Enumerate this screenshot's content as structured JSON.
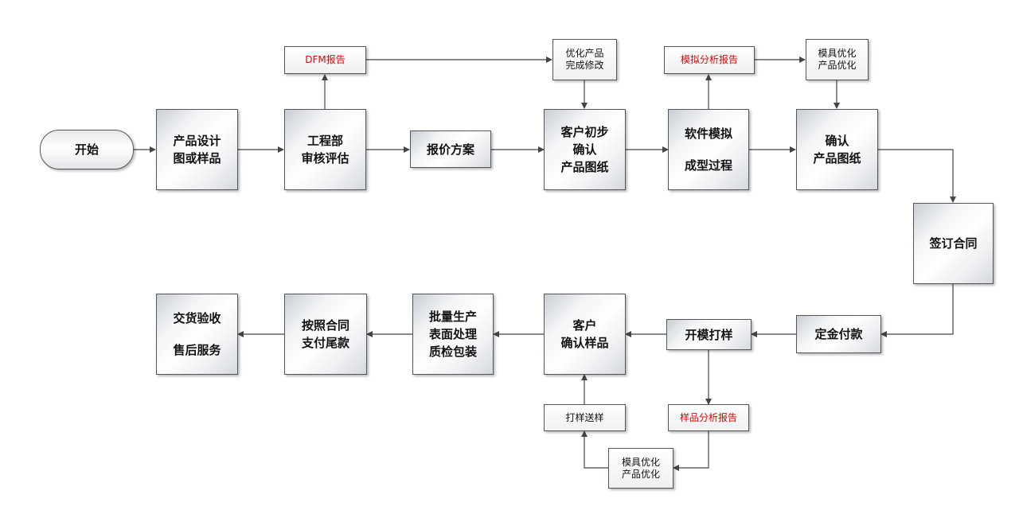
{
  "nodes": {
    "start": "开始",
    "product_design": "产品设计\n图或样品",
    "engineering_review": "工程部\n审核评估",
    "dfm_report": "DFM报告",
    "quotation": "报价方案",
    "optimize_top": "优化产品\n完成修改",
    "customer_confirm_drawing": "客户初步\n确认\n产品图纸",
    "sim_report": "模拟分析报告",
    "software_sim": "软件模拟\n\n成型过程",
    "mold_opt_top": "模具优化\n产品优化",
    "confirm_drawing": "确认\n产品图纸",
    "sign_contract": "签订合同",
    "deposit": "定金付款",
    "mold_sample": "开模打样",
    "customer_confirm_sample": "客户\n确认样品",
    "mass_production": "批量生产\n表面处理\n质检包装",
    "pay_balance": "按照合同\n支付尾款",
    "delivery": "交货验收\n售后服务",
    "send_sample": "打样送样",
    "sample_report": "样品分析报告",
    "mold_opt_bottom": "模具优化\n产品优化"
  },
  "colors": {
    "line": "#444444",
    "report_text": "#e00000"
  }
}
